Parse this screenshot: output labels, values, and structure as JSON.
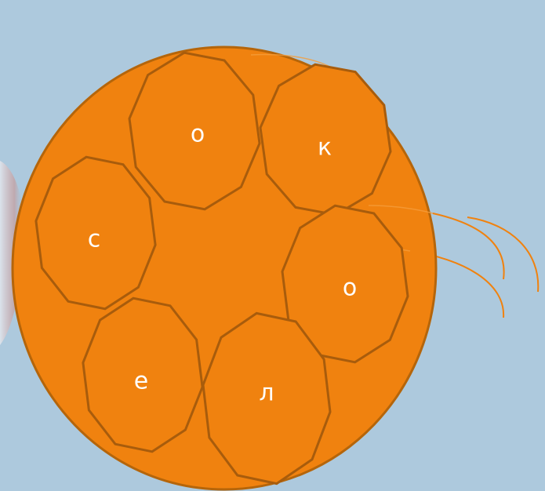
{
  "colors": {
    "background": "#adc9dd",
    "ball_fill": "#f0820f",
    "ball_stroke": "#b5650a",
    "cell_stroke": "#a85c0c",
    "whisker": "#f0820f",
    "letter": "#ffffff",
    "shadow_accent": "#c9a0a0"
  },
  "letters": [
    {
      "id": "cell-1",
      "text": "о"
    },
    {
      "id": "cell-2",
      "text": "к"
    },
    {
      "id": "cell-3",
      "text": "с"
    },
    {
      "id": "cell-4",
      "text": "о"
    },
    {
      "id": "cell-5",
      "text": "е"
    },
    {
      "id": "cell-6",
      "text": "л"
    }
  ]
}
